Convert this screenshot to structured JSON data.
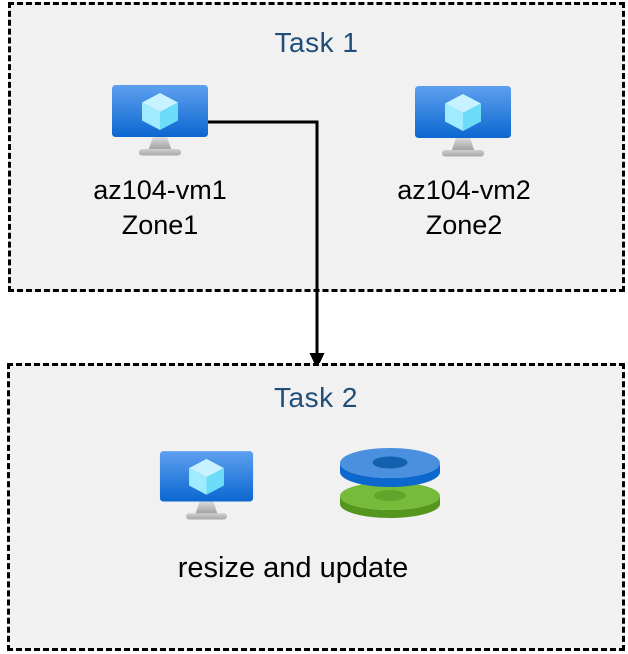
{
  "diagram": {
    "task1": {
      "title": "Task 1",
      "vms": [
        {
          "name": "az104-vm1",
          "zone": "Zone1"
        },
        {
          "name": "az104-vm2",
          "zone": "Zone2"
        }
      ]
    },
    "task2": {
      "title": "Task 2",
      "caption": "resize and update"
    },
    "connector": {
      "style": "elbow-arrow-down",
      "from": "az104-vm1",
      "to": "Task 2"
    },
    "icons": [
      "virtual-machine-icon",
      "virtual-machine-icon",
      "virtual-machine-icon",
      "stacked-disks-icon"
    ],
    "colors": {
      "box_background": "#F1F1F1",
      "box_border": "#000000",
      "title_text": "#1F4E79",
      "label_text": "#000000",
      "arrow": "#000000",
      "vm_screen_top": "#5EA0EF",
      "vm_screen_bottom": "#0B67D0",
      "cube_top": "#C7F2FF",
      "cube_left": "#9FEBFF",
      "cube_right": "#6BDDF9",
      "stand_gray": "#B9B9B9",
      "disk_blue_top": "#4A90DE",
      "disk_blue_rim": "#0C68CC",
      "disk_blue_hole": "#1260AE",
      "disk_green_top": "#76BC3A",
      "disk_green_rim": "#55961E",
      "disk_green_hole": "#61A52A"
    }
  }
}
